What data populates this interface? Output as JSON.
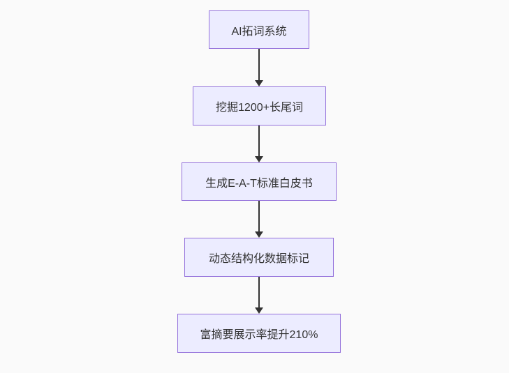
{
  "diagram": {
    "type": "flowchart",
    "direction": "top-down",
    "nodes": [
      {
        "id": "step-1",
        "label": "AI拓词系统"
      },
      {
        "id": "step-2",
        "label": "挖掘1200+长尾词"
      },
      {
        "id": "step-3",
        "label": "生成E-A-T标准白皮书"
      },
      {
        "id": "step-4",
        "label": "动态结构化数据标记"
      },
      {
        "id": "step-5",
        "label": "富摘要展示率提升210%"
      }
    ],
    "edges": [
      {
        "from": "step-1",
        "to": "step-2"
      },
      {
        "from": "step-2",
        "to": "step-3"
      },
      {
        "from": "step-3",
        "to": "step-4"
      },
      {
        "from": "step-4",
        "to": "step-5"
      }
    ],
    "colors": {
      "background": "#FAFAFA",
      "node_fill": "#ECECFF",
      "node_border": "#9370DB",
      "text": "#333333",
      "arrow": "#333333"
    }
  }
}
